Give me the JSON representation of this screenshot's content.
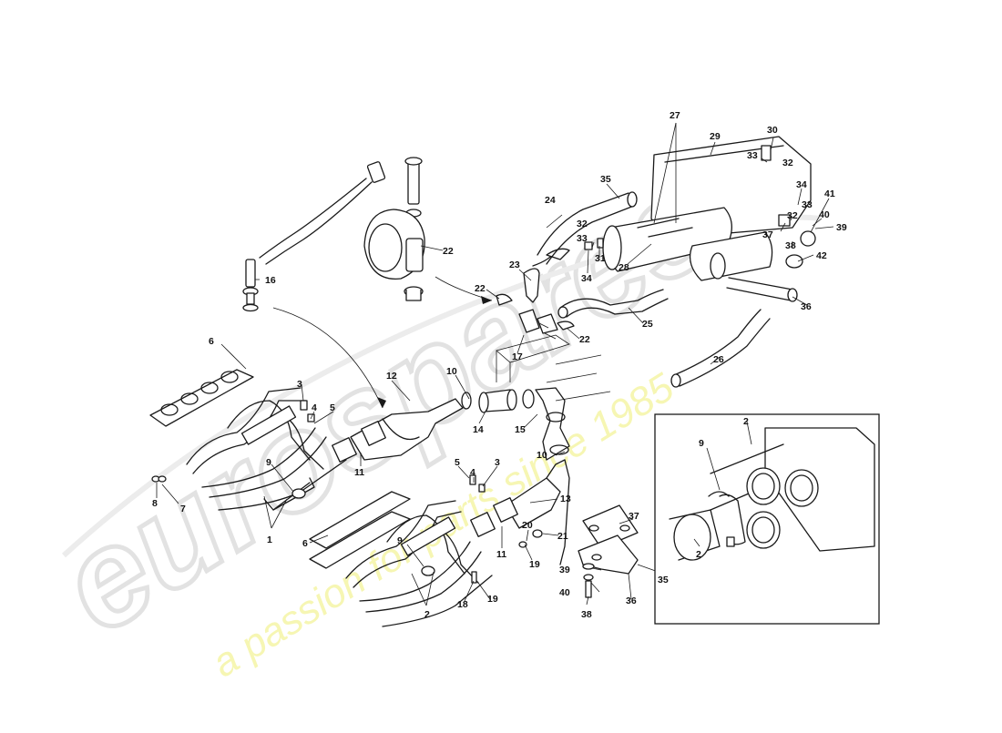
{
  "diagram": {
    "labels": {
      "l1": "1",
      "l2a": "2",
      "l2b": "2",
      "l2c": "2",
      "l3a": "3",
      "l3b": "3",
      "l4a": "4",
      "l4b": "4",
      "l5a": "5",
      "l5b": "5",
      "l6a": "6",
      "l6b": "6",
      "l7": "7",
      "l8": "8",
      "l9a": "9",
      "l9b": "9",
      "l9c": "9",
      "l10a": "10",
      "l10b": "10",
      "l11a": "11",
      "l11b": "11",
      "l12": "12",
      "l13": "13",
      "l14": "14",
      "l15": "15",
      "l16": "16",
      "l17": "17",
      "l18": "18",
      "l19a": "19",
      "l19b": "19",
      "l20": "20",
      "l21": "21",
      "l22a": "22",
      "l22b": "22",
      "l22c": "22",
      "l23": "23",
      "l24": "24",
      "l25": "25",
      "l26": "26",
      "l27": "27",
      "l28": "28",
      "l29": "29",
      "l30": "30",
      "l31": "31",
      "l32a": "32",
      "l32b": "32",
      "l32c": "32",
      "l33a": "33",
      "l33b": "33",
      "l33c": "33",
      "l34a": "34",
      "l34b": "34",
      "l35a": "35",
      "l35b": "35",
      "l36a": "36",
      "l36b": "36",
      "l37a": "37",
      "l37b": "37",
      "l38a": "38",
      "l38b": "38",
      "l39a": "39",
      "l39b": "39",
      "l40a": "40",
      "l40b": "40",
      "l41": "41",
      "l42": "42"
    },
    "inset": {
      "label_top": "2",
      "label_clamp": "9",
      "label_bottom": "2"
    }
  },
  "watermark": {
    "logo_text": "eurospares",
    "tagline": "a passion for parts since 1985",
    "colors": {
      "logo": "#e6e6e6",
      "tagline": "#f3f39a"
    }
  }
}
